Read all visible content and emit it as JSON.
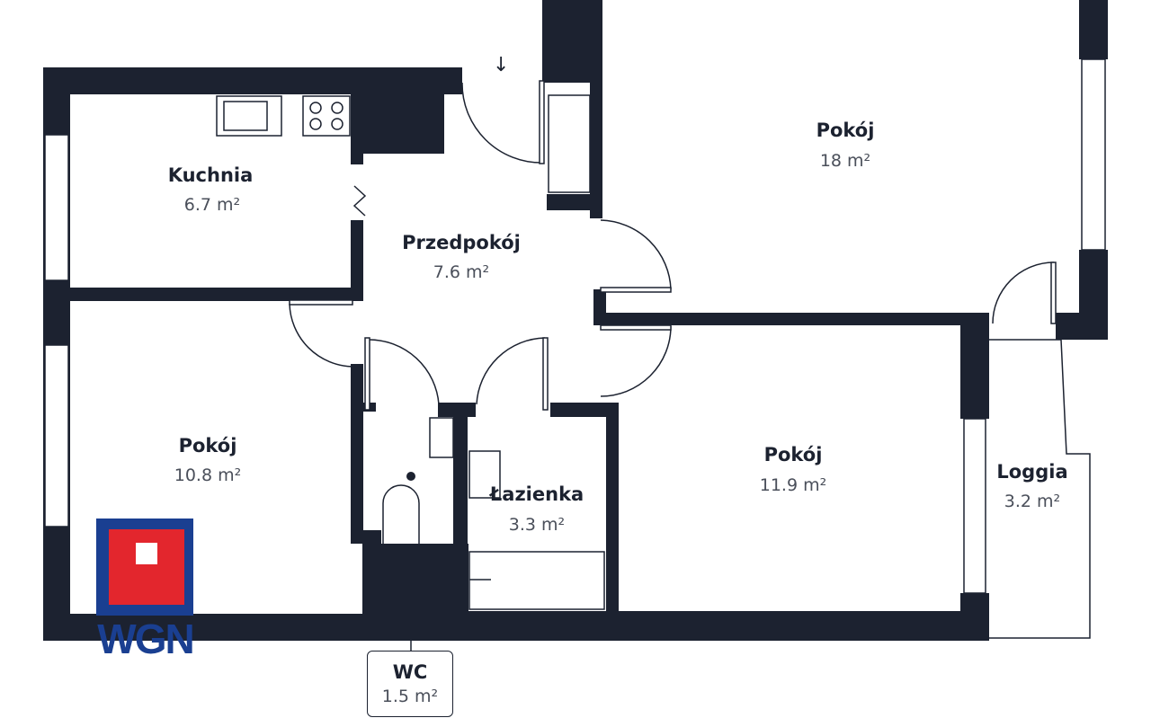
{
  "floor_plan": {
    "rooms": [
      {
        "id": "kuchnia",
        "name": "Kuchnia",
        "area": "6.7 m²"
      },
      {
        "id": "przedpokoj",
        "name": "Przedpokój",
        "area": "7.6 m²"
      },
      {
        "id": "pokoj-top",
        "name": "Pokój",
        "area": "18 m²"
      },
      {
        "id": "pokoj-left",
        "name": "Pokój",
        "area": "10.8 m²"
      },
      {
        "id": "lazienka",
        "name": "Łazienka",
        "area": "3.3 m²"
      },
      {
        "id": "pokoj-right",
        "name": "Pokój",
        "area": "11.9 m²"
      },
      {
        "id": "loggia",
        "name": "Loggia",
        "area": "3.2 m²"
      },
      {
        "id": "wc",
        "name": "WC",
        "area": "1.5 m²"
      }
    ],
    "entrance_arrow": "↓",
    "colors": {
      "wall": "#1c2230",
      "background": "#ffffff"
    }
  },
  "logo": {
    "text": "WGN",
    "colors": {
      "blue": "#1a3f91",
      "red": "#e3262d"
    }
  }
}
